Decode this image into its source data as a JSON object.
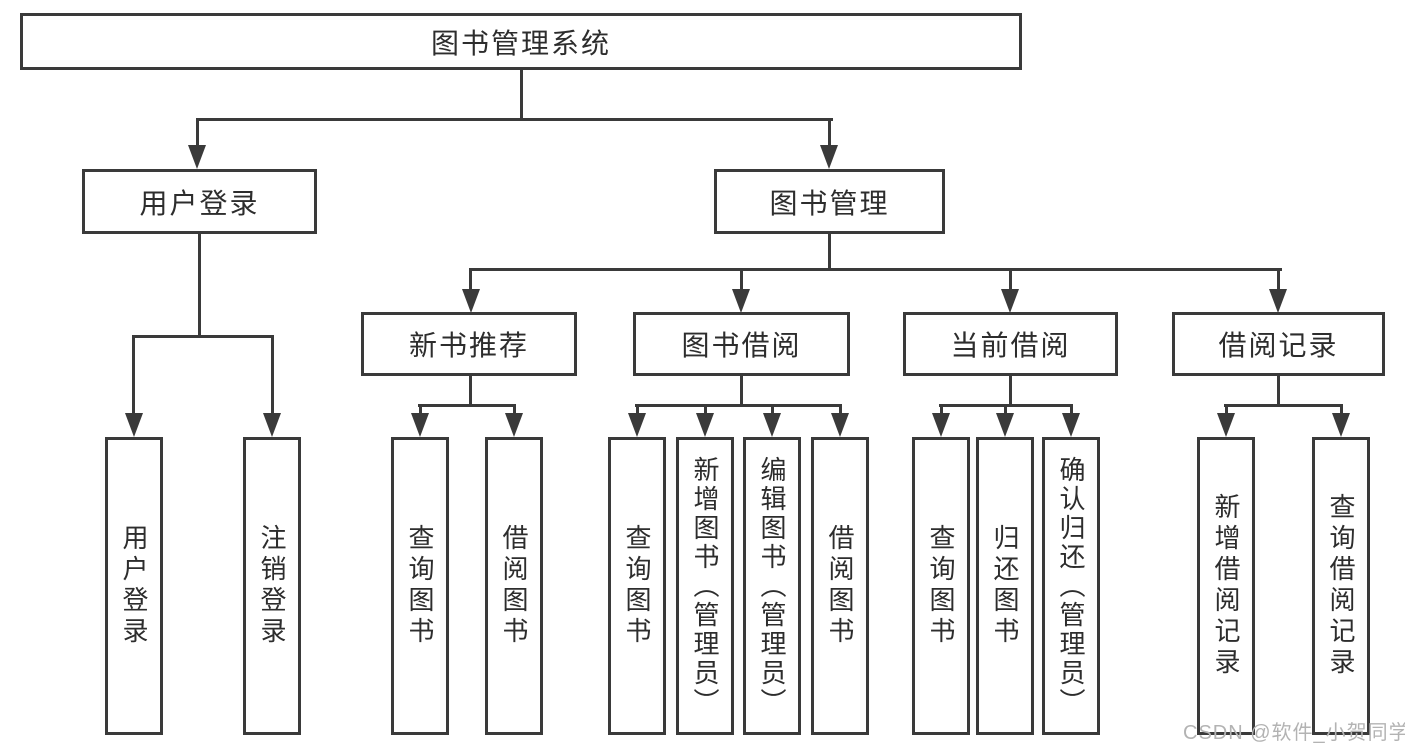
{
  "diagram_type": "hierarchy-tree",
  "colors": {
    "line": "#3a3a3a",
    "node_text": "#2d2d2d",
    "node_fill": "#ffffff",
    "watermark": "#b3b3b3",
    "background": "#ffffff"
  },
  "tree": {
    "root": {
      "label": "图书管理系统"
    },
    "branches": [
      {
        "label": "用户登录",
        "children": [
          {
            "label": "用户登录"
          },
          {
            "label": "注销登录"
          }
        ]
      },
      {
        "label": "图书管理",
        "children": [
          {
            "label": "新书推荐",
            "children": [
              {
                "label": "查询图书"
              },
              {
                "label": "借阅图书"
              }
            ]
          },
          {
            "label": "图书借阅",
            "children": [
              {
                "label": "查询图书"
              },
              {
                "label": "新增图书（管理员）"
              },
              {
                "label": "编辑图书（管理员）"
              },
              {
                "label": "借阅图书"
              }
            ]
          },
          {
            "label": "当前借阅",
            "children": [
              {
                "label": "查询图书"
              },
              {
                "label": "归还图书"
              },
              {
                "label": "确认归还（管理员）"
              }
            ]
          },
          {
            "label": "借阅记录",
            "children": [
              {
                "label": "新增借阅记录"
              },
              {
                "label": "查询借阅记录"
              }
            ]
          }
        ]
      }
    ]
  },
  "watermark": {
    "text": "CSDN @软件_小贺同学"
  }
}
